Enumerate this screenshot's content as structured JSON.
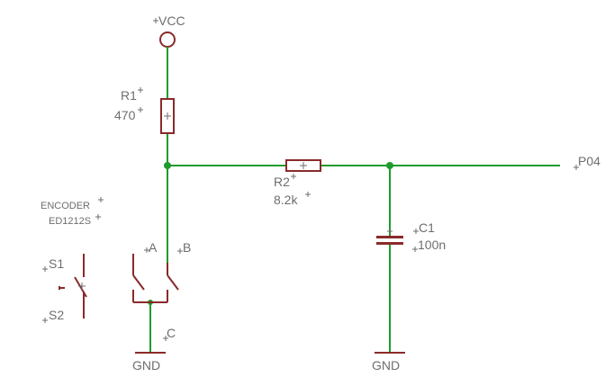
{
  "schematic": {
    "supply_label": "VCC",
    "r1": {
      "name": "R1",
      "value": "470"
    },
    "r2": {
      "name": "R2",
      "value": "8.2k"
    },
    "c1": {
      "name": "C1",
      "value": "100n"
    },
    "net_label": "P04",
    "encoder": {
      "title": "ENCODER",
      "part": "ED1212S",
      "pin_a": "A",
      "pin_b": "B",
      "pin_c": "C"
    },
    "switch": {
      "s1": "S1",
      "s2": "S2"
    },
    "ground_labels": [
      "GND",
      "GND"
    ],
    "colors": {
      "wire": "#1f9b2c",
      "part": "#8a2a2a",
      "text": "#6e6e6e"
    }
  }
}
